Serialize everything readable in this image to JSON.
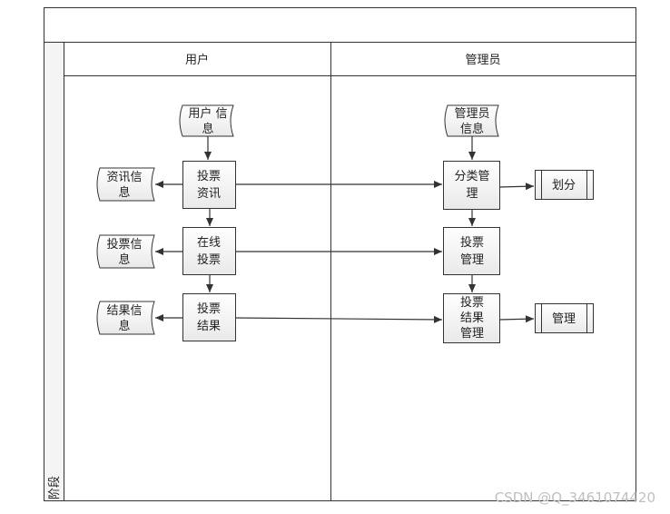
{
  "diagram": {
    "lanes": {
      "user": "用户",
      "admin": "管理员",
      "phase": "阶段"
    },
    "user": {
      "user_info": [
        "用户 信",
        "息"
      ],
      "vote_news": [
        "投票",
        "资讯"
      ],
      "news_info": [
        "资讯信",
        "息"
      ],
      "online_vote": [
        "在线",
        "投票"
      ],
      "vote_info": [
        "投票信",
        "息"
      ],
      "vote_result": [
        "投票",
        "结果"
      ],
      "result_info": [
        "结果信",
        "息"
      ]
    },
    "admin": {
      "admin_info": [
        "管理员",
        "信息"
      ],
      "category_mgmt": [
        "分类管",
        "理"
      ],
      "divide": "划分",
      "vote_mgmt": [
        "投票",
        "管理"
      ],
      "result_mgmt": [
        "投票",
        "结果",
        "管理"
      ],
      "manage": "管理"
    }
  },
  "watermark": "CSDN @Q_3461074420"
}
